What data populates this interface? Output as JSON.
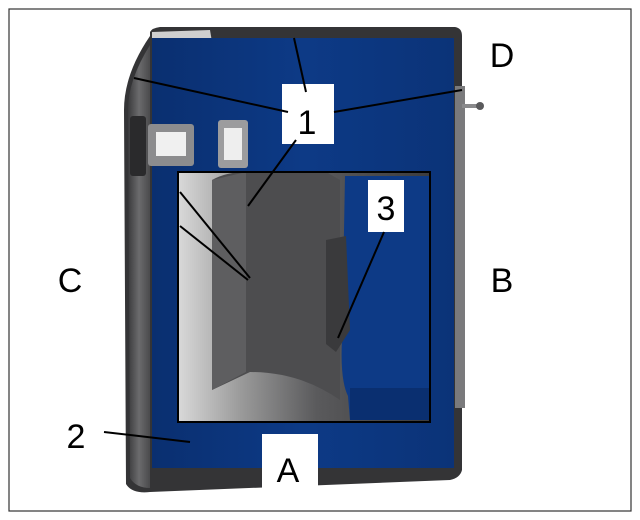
{
  "figure": {
    "side_labels": {
      "top_right": "D",
      "left": "C",
      "right": "B",
      "bottom": "A"
    },
    "callouts": {
      "frame_callout": "1",
      "latch_callout": "3",
      "bottom_callout": "2"
    }
  },
  "colors": {
    "panel_blue": "#0d3a86",
    "frame_gray": "#58585a",
    "dark_frame": "#343436",
    "inset_gray": "#626264",
    "line": "#000000"
  }
}
